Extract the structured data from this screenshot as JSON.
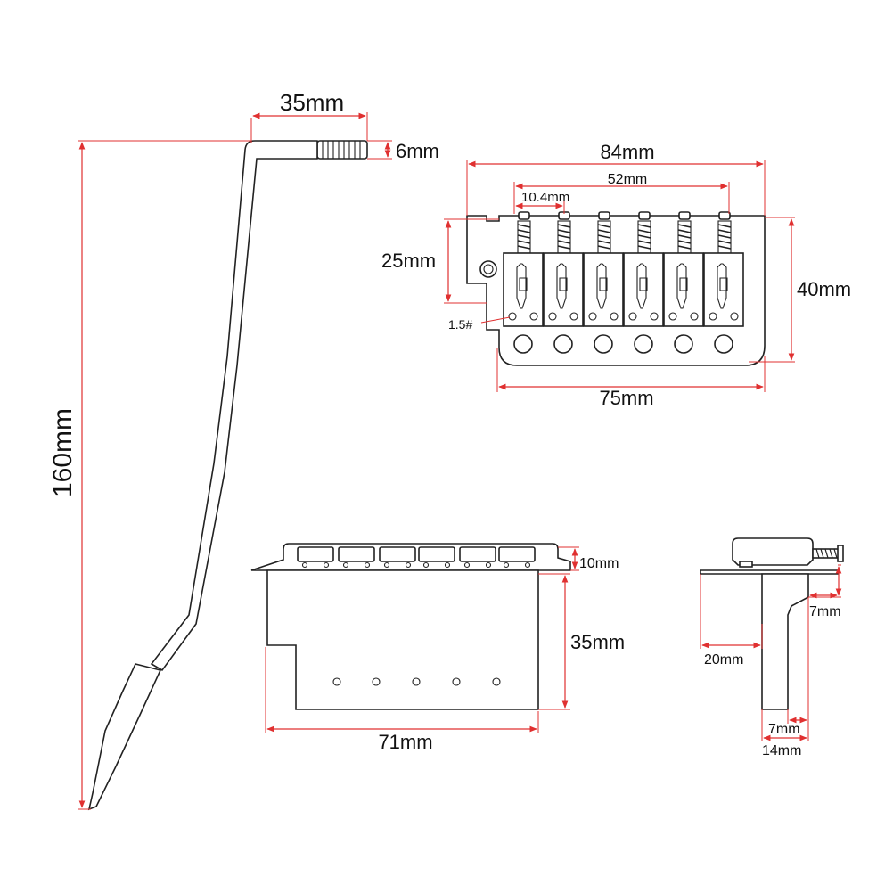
{
  "dimensions": {
    "arm_width": "35mm",
    "thread_width": "6mm",
    "arm_length": "160mm",
    "bridge_width": "84mm",
    "string_spacing": "52mm",
    "string_pitch": "10.4mm",
    "saddle_height": "25mm",
    "bridge_depth": "40mm",
    "wrench_size": "1.5#",
    "block_plate_width": "75mm",
    "side_saddle_height": "10mm",
    "block_height": "35mm",
    "block_width": "71mm",
    "profile_top": "7mm",
    "profile_depth": "20mm",
    "profile_bottom": "7mm",
    "profile_width": "14mm"
  },
  "colors": {
    "dimension_line": "#e03030",
    "outline": "#222222",
    "text": "#111111"
  }
}
